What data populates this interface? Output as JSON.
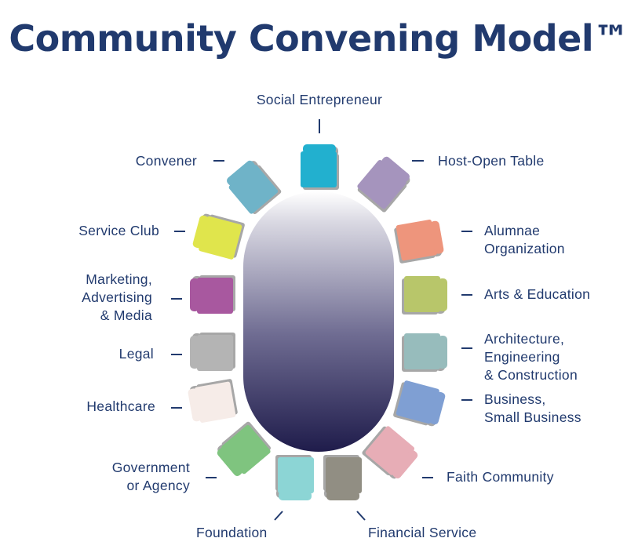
{
  "title": "Community Convening Model™",
  "seats": [
    {
      "id": "social-entrepreneur",
      "label": [
        "Social Entrepreneur"
      ],
      "color": "#22b0cf"
    },
    {
      "id": "host-open-table",
      "label": [
        "Host-Open Table"
      ],
      "color": "#a594bd"
    },
    {
      "id": "alumnae-organization",
      "label": [
        "Alumnae",
        "Organization"
      ],
      "color": "#ee957c"
    },
    {
      "id": "arts-education",
      "label": [
        "Arts & Education"
      ],
      "color": "#b8c66a"
    },
    {
      "id": "architecture-engineering-construction",
      "label": [
        "Architecture,",
        "Engineering",
        "& Construction"
      ],
      "color": "#97bcbc"
    },
    {
      "id": "business-small-business",
      "label": [
        "Business,",
        "Small Business"
      ],
      "color": "#7f9fd3"
    },
    {
      "id": "faith-community",
      "label": [
        "Faith Community"
      ],
      "color": "#e7adb6"
    },
    {
      "id": "financial-service",
      "label": [
        "Financial Service"
      ],
      "color": "#918e83"
    },
    {
      "id": "foundation",
      "label": [
        "Foundation"
      ],
      "color": "#8cd5d5"
    },
    {
      "id": "government-or-agency",
      "label": [
        "Government",
        "or Agency"
      ],
      "color": "#7fc47f"
    },
    {
      "id": "healthcare",
      "label": [
        "Healthcare"
      ],
      "color": "#f6ece8"
    },
    {
      "id": "legal",
      "label": [
        "Legal"
      ],
      "color": "#b4b4b4"
    },
    {
      "id": "marketing-advertising-media",
      "label": [
        "Marketing,",
        "Advertising",
        "& Media"
      ],
      "color": "#a8589f"
    },
    {
      "id": "service-club",
      "label": [
        "Service Club"
      ],
      "color": "#e0e54c"
    },
    {
      "id": "convener",
      "label": [
        "Convener"
      ],
      "color": "#6fb3c8"
    }
  ],
  "colors": {
    "title": "#213a6e",
    "label": "#213a6e",
    "table_top": "#ffffff",
    "table_bottom": "#1f1c4b",
    "chair_shadow": "#a7a7a7"
  }
}
